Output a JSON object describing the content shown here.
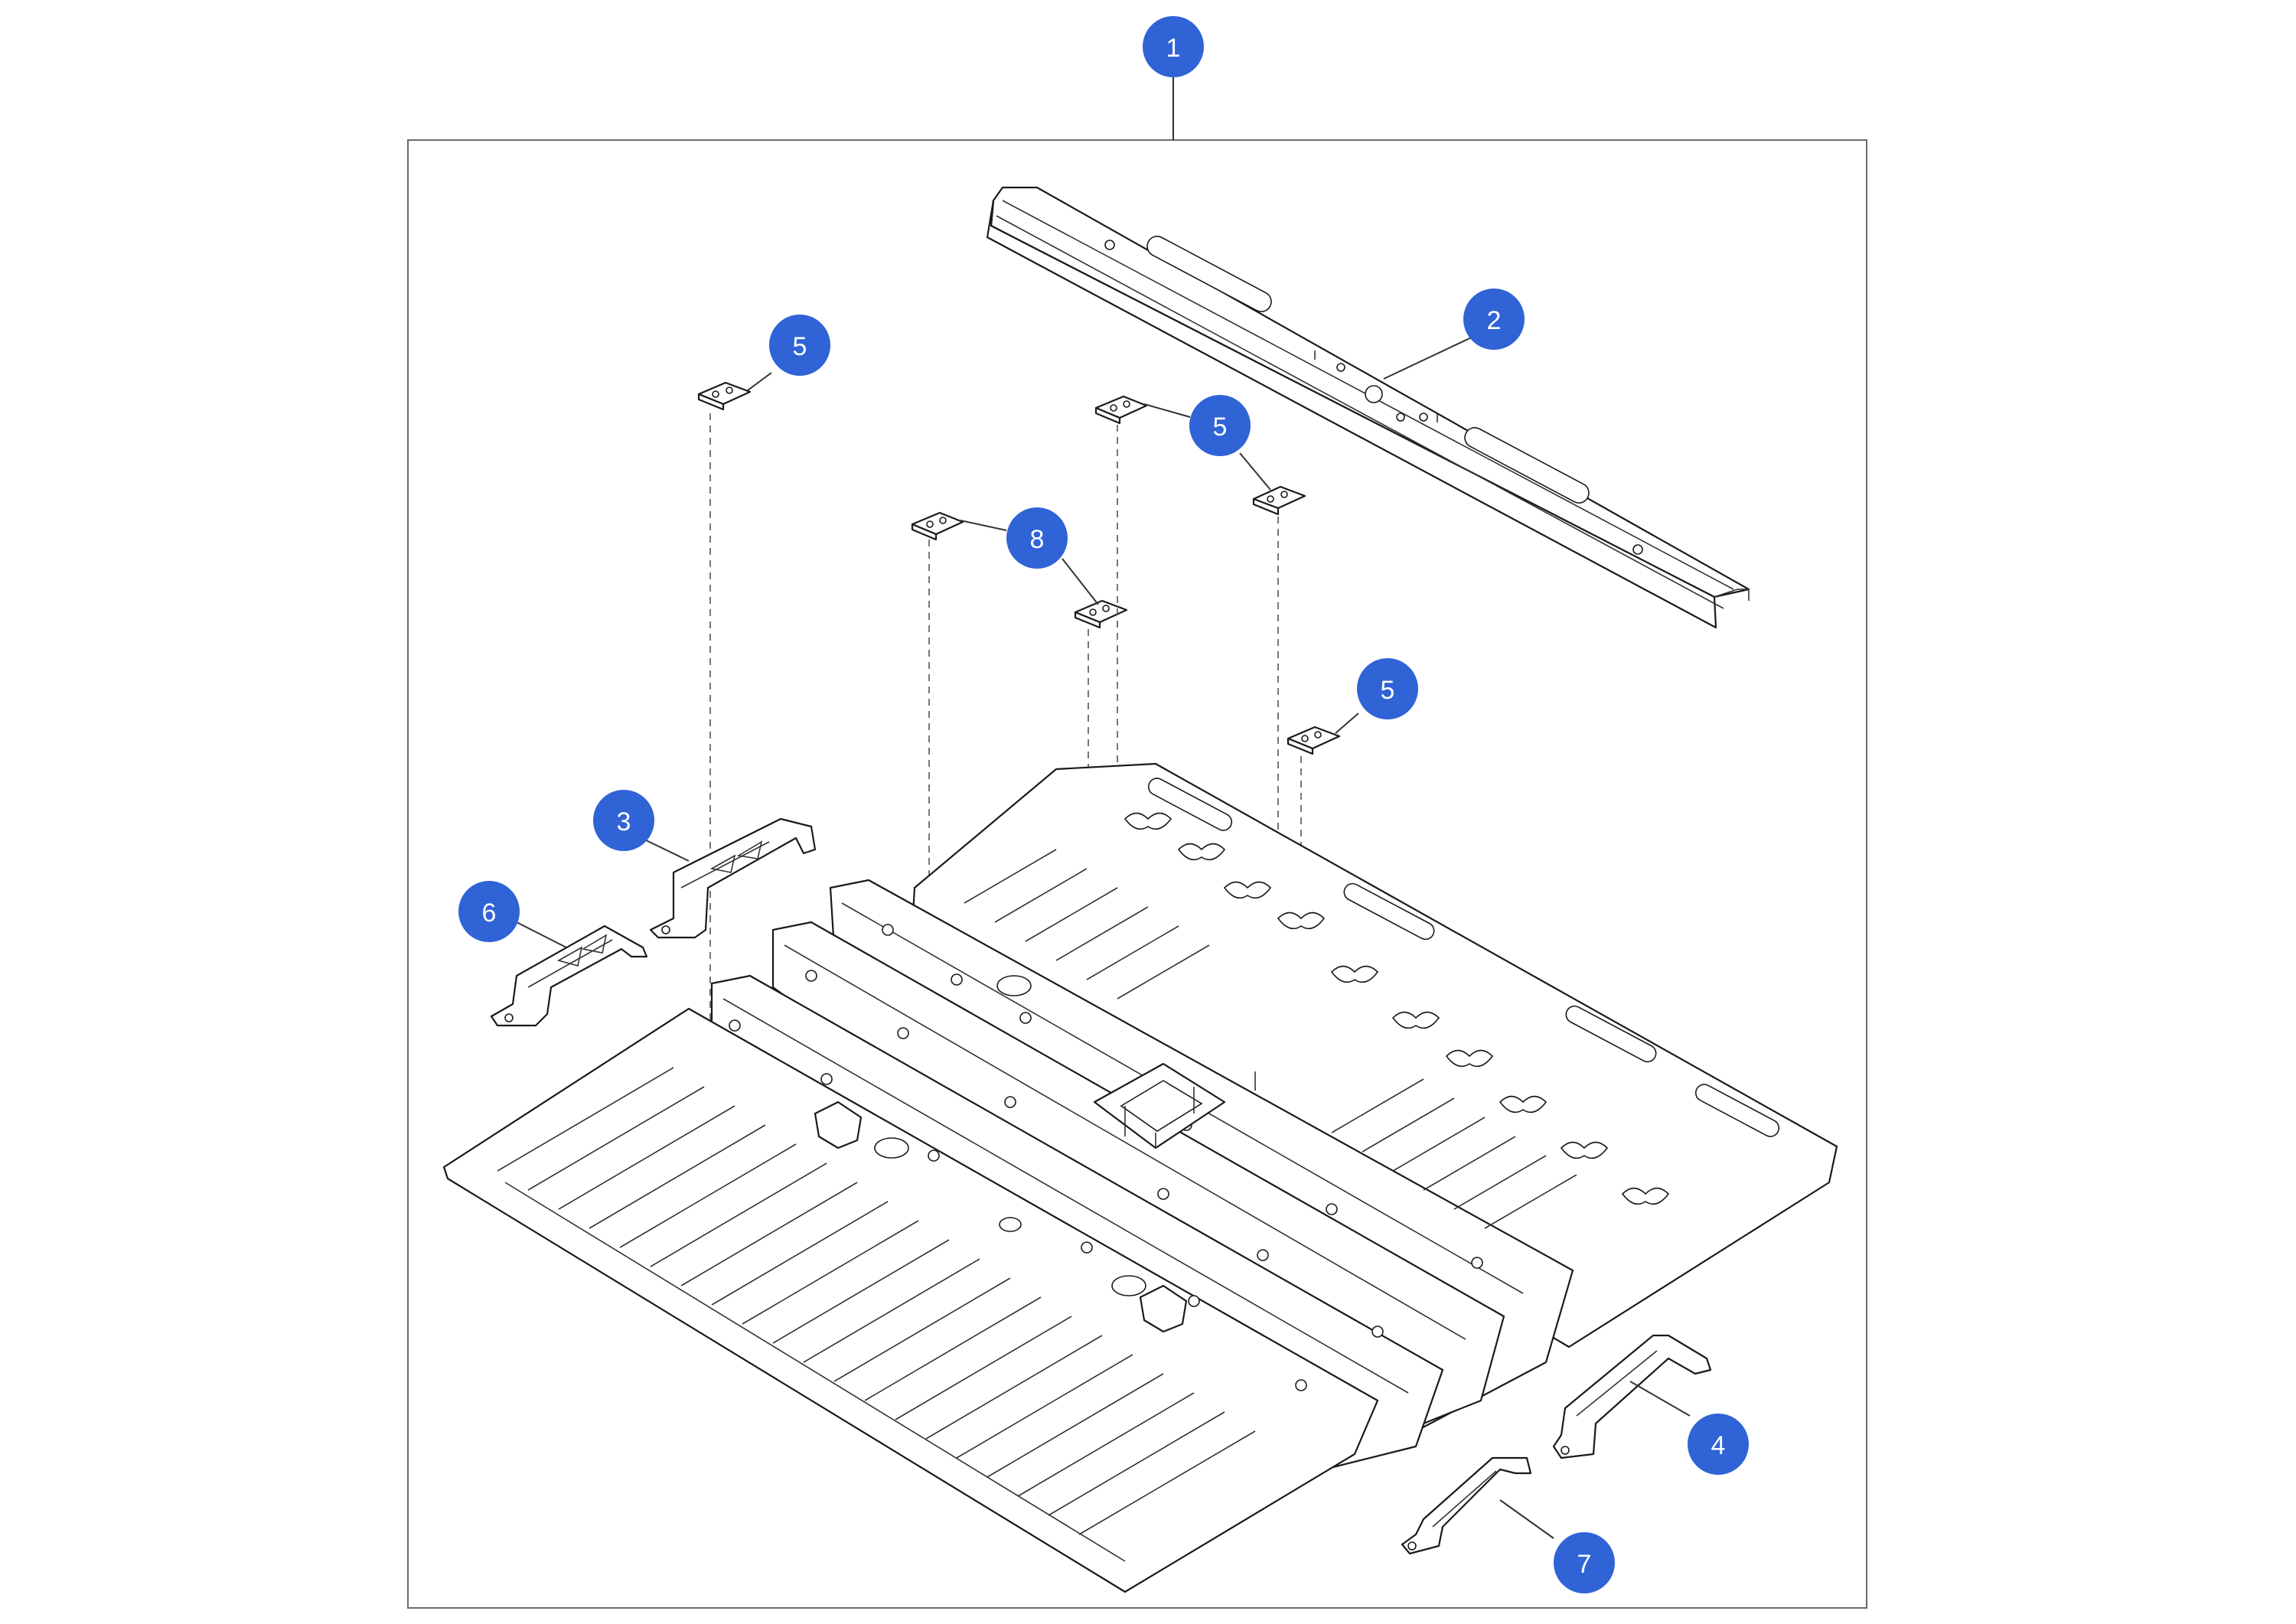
{
  "colors": {
    "callout_fill": "#2f63d6",
    "callout_text": "#ffffff",
    "line": "#1a1a1a",
    "frame": "#6b6b6b"
  },
  "callouts": [
    {
      "id": "c1",
      "label": "1"
    },
    {
      "id": "c2",
      "label": "2"
    },
    {
      "id": "c3",
      "label": "3"
    },
    {
      "id": "c4",
      "label": "4"
    },
    {
      "id": "c5a",
      "label": "5"
    },
    {
      "id": "c5b",
      "label": "5"
    },
    {
      "id": "c5c",
      "label": "5"
    },
    {
      "id": "c6",
      "label": "6"
    },
    {
      "id": "c7",
      "label": "7"
    },
    {
      "id": "c8",
      "label": "8"
    }
  ]
}
